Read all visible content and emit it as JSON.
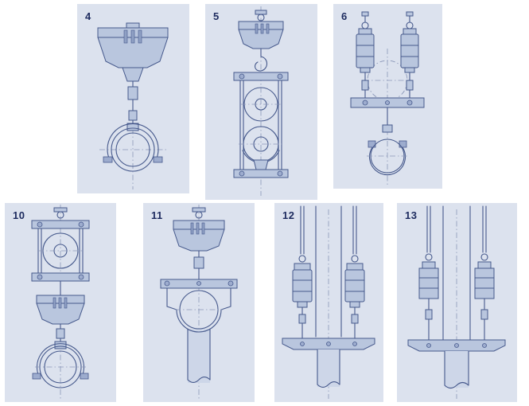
{
  "colors": {
    "panel_bg": "#dce2ee",
    "line": "#46598c",
    "fill": "#b9c6de",
    "fill2": "#cdd6e8",
    "centerline": "#8a97b8",
    "label": "#1c2a5e"
  },
  "panels": [
    {
      "label": "4"
    },
    {
      "label": "5"
    },
    {
      "label": "6"
    },
    {
      "label": "10"
    },
    {
      "label": "11"
    },
    {
      "label": "12"
    },
    {
      "label": "13"
    }
  ]
}
